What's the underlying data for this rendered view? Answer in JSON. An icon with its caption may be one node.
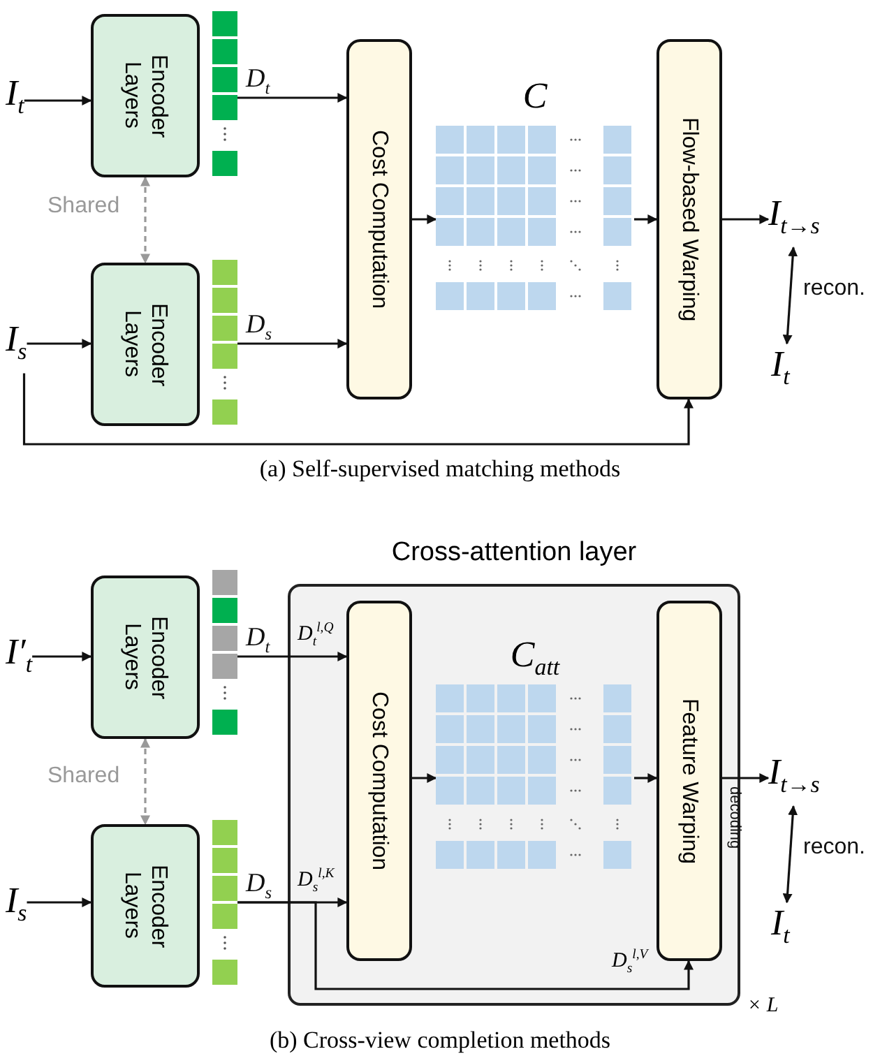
{
  "diagram": {
    "nodes": [
      {
        "text": [
          "I$_{t}$"
        ]
      },
      {
        "text": [
          "Encoder Layers"
        ]
      },
      {
        "text": [
          "Encoder Layers"
        ]
      },
      {
        "text": [
          "I$_{s}$"
        ]
      },
      {
        "text": [],
        "shape": "bar"
      },
      {
        "text": [],
        "shape": "bar"
      },
      {
        "text": [
          "Cost Computation"
        ]
      },
      {
        "text": [
          "C"
        ]
      },
      {
        "text": [
          "Flow-based Warping"
        ]
      },
      {
        "text": [
          "I$_{t→s}$"
        ]
      },
      {
        "text": [
          "I$_{t}$"
        ]
      },
      {
        "text": [
          "I′$_{t}$"
        ]
      },
      {
        "text": [
          "Encoder Layers"
        ]
      },
      {
        "text": [
          "Encoder Layers"
        ]
      },
      {
        "text": [
          "I$_{s}$"
        ]
      },
      {
        "text": [],
        "shape": "bar"
      },
      {
        "text": [],
        "shape": "bar"
      },
      {
        "text": [
          "Cross-attention layer"
        ]
      },
      {
        "text": [
          "Cost Computation"
        ],
        "in": 17
      },
      {
        "text": [
          "C$_{att}$"
        ],
        "in": 17
      },
      {
        "text": [
          "Feature Warping"
        ],
        "in": 17
      },
      {
        "text": [
          "I$_{t→s}$"
        ]
      },
      {
        "text": [
          "I$_{t}$"
        ]
      }
    ],
    "edges": [
      {
        "from": 0,
        "to": 1,
        "arrow": "to"
      },
      {
        "from": 1,
        "to": 2,
        "arrow": "both",
        "label": "Shared",
        "style": "dashed",
        "color": "#999999"
      },
      {
        "from": 3,
        "to": 2,
        "arrow": "to"
      },
      {
        "from": 4,
        "to": 6,
        "arrow": "to",
        "label": "D$_{t}$"
      },
      {
        "from": 5,
        "to": 6,
        "arrow": "to",
        "label": "D$_{s}$"
      },
      {
        "from": 6,
        "to": 7,
        "arrow": "to"
      },
      {
        "from": 7,
        "to": 8,
        "arrow": "to"
      },
      {
        "from": 3,
        "to": 8,
        "arrow": "to"
      },
      {
        "from": 8,
        "to": 9,
        "arrow": "to"
      },
      {
        "from": 9,
        "to": 10,
        "arrow": "both",
        "label": "recon."
      },
      {
        "from": 11,
        "to": 12,
        "arrow": "to"
      },
      {
        "from": 12,
        "to": 13,
        "arrow": "both",
        "label": "Shared",
        "style": "dashed",
        "color": "#999999"
      },
      {
        "from": 14,
        "to": 13,
        "arrow": "to"
      },
      {
        "from": 15,
        "to": 18,
        "arrow": "to",
        "label": "D$_{t}$"
      },
      {
        "from": 16,
        "to": 18,
        "arrow": "to",
        "label": "D$_{s}$"
      },
      {
        "from": 16,
        "to": 20,
        "arrow": "to"
      },
      {
        "from": 18,
        "to": 19,
        "arrow": "to"
      },
      {
        "from": 19,
        "to": 20,
        "arrow": "to"
      },
      {
        "from": 20,
        "to": 21,
        "arrow": "to",
        "label": "decoding"
      },
      {
        "from": 21,
        "to": 22,
        "arrow": "both",
        "label": "recon."
      }
    ],
    "labels": [
      "(a) Self-supervised matching methods",
      "D$_{t}$$^{l,Q}$",
      "D$_{s}$$^{l,K}$",
      "D$_{s}$$^{l,V}$",
      "× *L*",
      "(b) Cross-view completion methods"
    ]
  }
}
